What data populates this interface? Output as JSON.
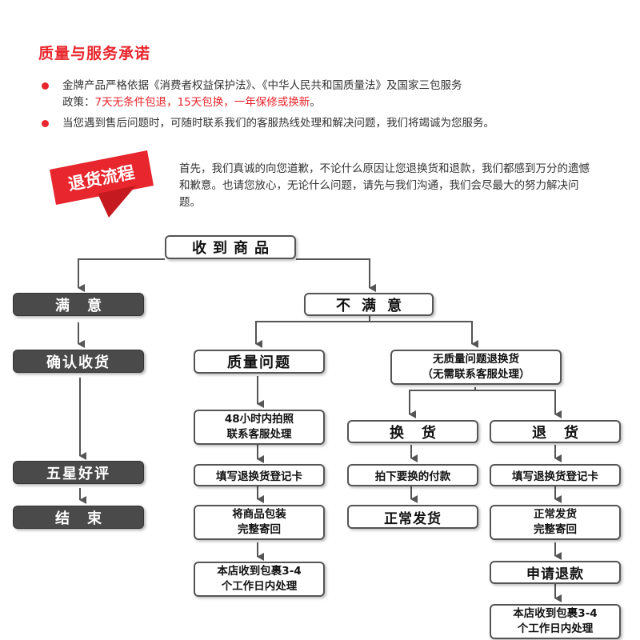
{
  "header": {
    "title": "质量与服务承诺",
    "line1_a": "金牌产品严格依据《消费者权益保护法》、《中华人民共和国质量法》及国家三包服务",
    "line1_b_prefix": "政策：",
    "line1_b_red": "7天无条件包退，15天包换，一年保修或换新",
    "line1_b_suffix": "。",
    "line2": "当您遇到售后问题时，可随时联系我们的客服热线处理和解决问题，我们将竭诚为您服务。"
  },
  "banner": {
    "label": "退货流程",
    "intro": "首先，我们真诚的向您道歉，不论什么原因让您退换货和退款，我们都感到万分的遗憾和歉意。也请您放心，无论什么问题，请先与我们沟通，我们会尽最大的努力解决问题。"
  },
  "flow": {
    "receive": "收到商品",
    "satisfied": "满意",
    "unsatisfied": "不满意",
    "confirm": "确认收货",
    "five_star": "五星好评",
    "end": "结束",
    "quality_issue": "质量问题",
    "photo_1": "48小时内拍照",
    "photo_2": "联系客服处理",
    "fill_card_left": "填写退换货登记卡",
    "pack_1": "将商品包装",
    "pack_2": "完整寄回",
    "process_left_1": "本店收到包裹3-4",
    "process_left_2": "个工作日内处理",
    "no_quality_1": "无质量问题退换货",
    "no_quality_2": "（无需联系客服处理）",
    "exchange": "换货",
    "return": "退货",
    "pay_item": "拍下要换的付款",
    "ship_normal": "正常发货",
    "fill_card_right": "填写退换货登记卡",
    "ship_back_1": "正常发货",
    "ship_back_2": "完整寄回",
    "refund": "申请退款",
    "process_right_1": "本店收到包裹3-4",
    "process_right_2": "个工作日内处理"
  },
  "colors": {
    "accent": "#e8262d",
    "dark_box": "#4a4a4a",
    "line": "#555555"
  }
}
